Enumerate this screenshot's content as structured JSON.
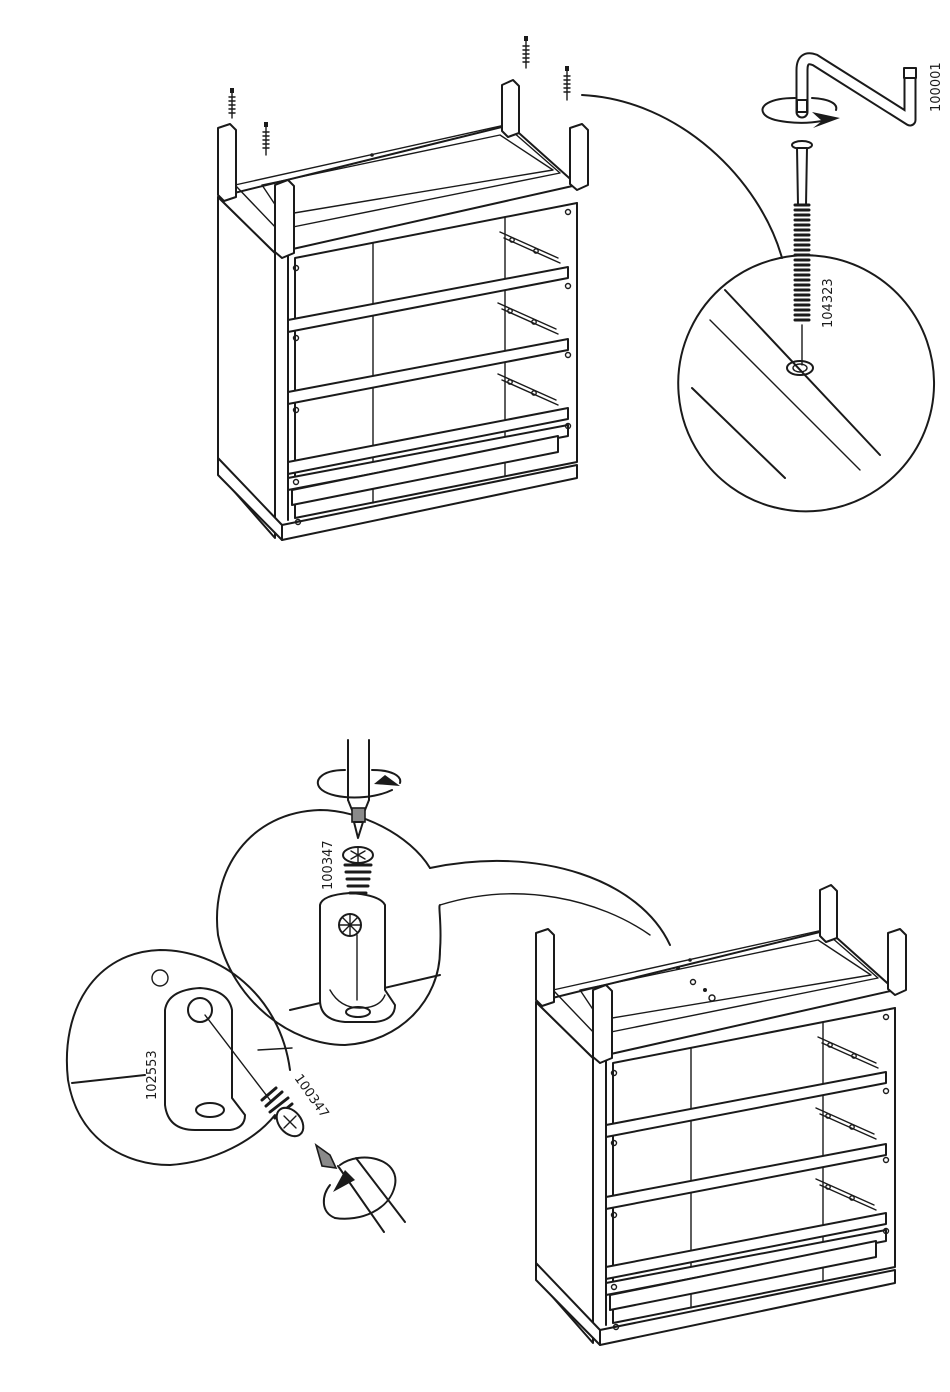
{
  "part_numbers": {
    "allen_key": "100001",
    "screw_long": "104323",
    "screw_upper": "100347",
    "screw_lower": "100347",
    "bracket": "102553"
  }
}
